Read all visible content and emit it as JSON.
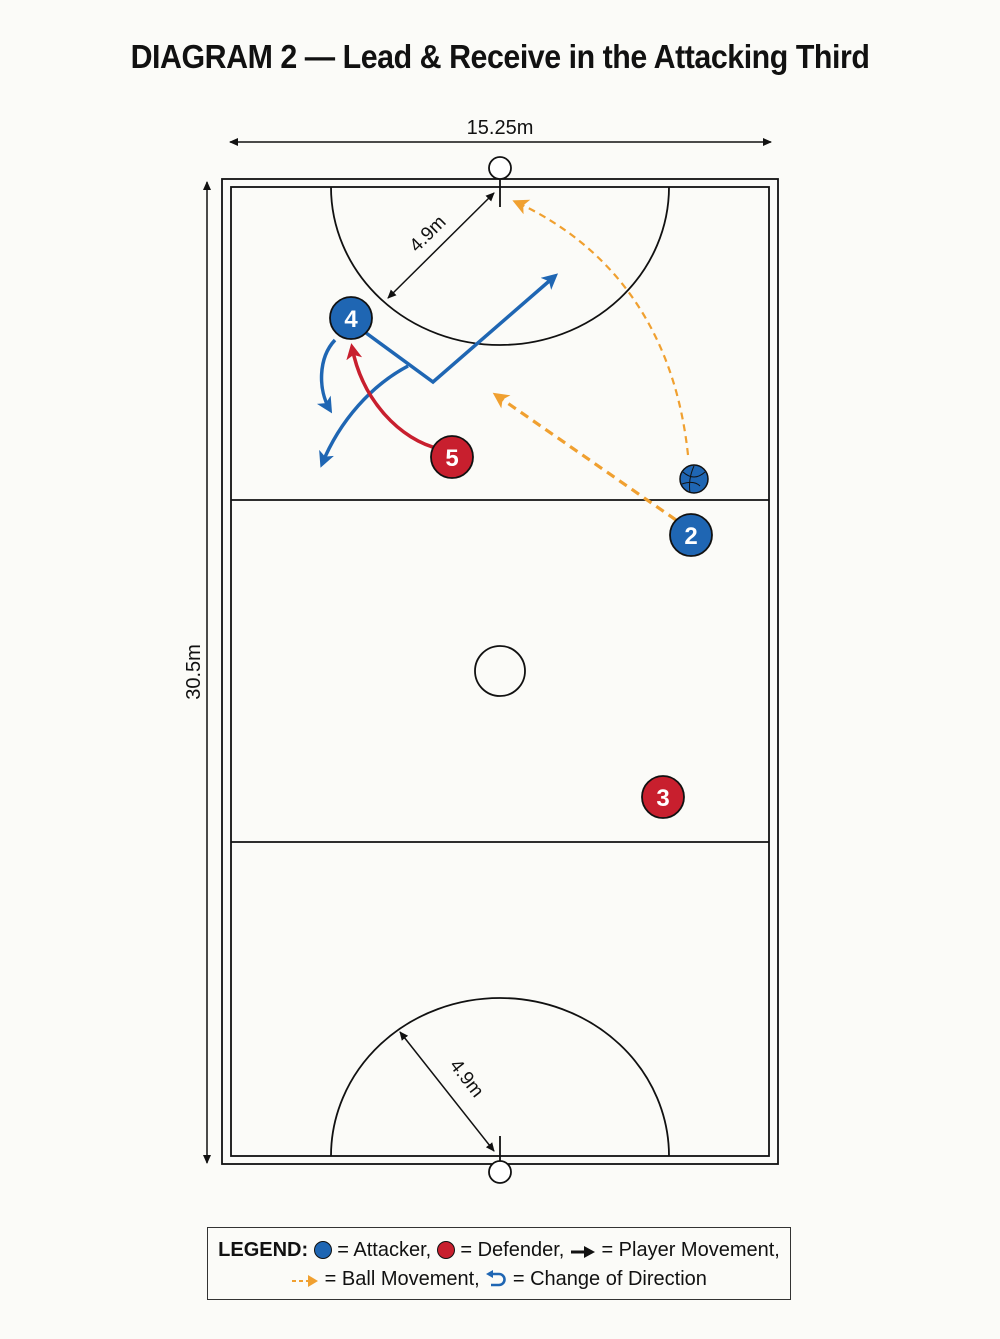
{
  "title": "DIAGRAM 2 — Lead & Receive in the Attacking Third",
  "dimensions": {
    "width_label": "15.25m",
    "length_label": "30.5m",
    "circle_radius_label": "4.9m"
  },
  "players": [
    {
      "number": "4",
      "role": "attacker"
    },
    {
      "number": "5",
      "role": "defender"
    },
    {
      "number": "2",
      "role": "attacker"
    },
    {
      "number": "3",
      "role": "defender"
    }
  ],
  "legend": {
    "heading": "LEGEND:",
    "attacker": "= Attacker,",
    "defender": "= Defender,",
    "player_movement": "= Player Movement,",
    "ball_movement": "= Ball Movement,",
    "change_direction": "= Change of Direction"
  },
  "colors": {
    "attacker": "#1f66b3",
    "defender": "#c81f2e",
    "ball_movement": "#f0a030",
    "lines": "#111111"
  }
}
